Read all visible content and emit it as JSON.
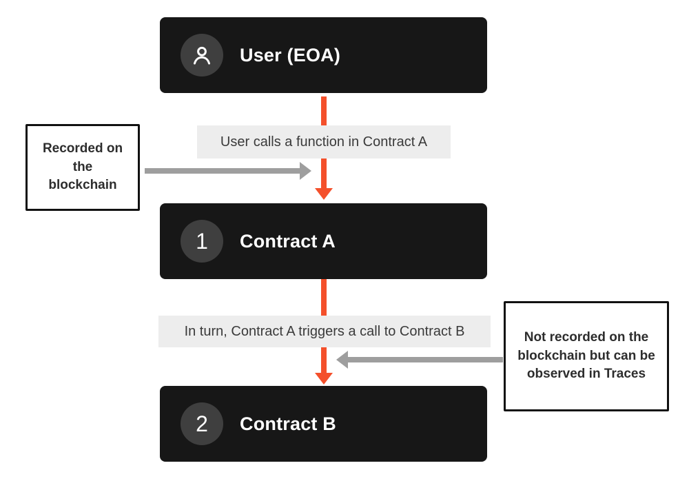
{
  "diagram": {
    "nodes": [
      {
        "id": "user-eoa",
        "badge_icon": "user-icon",
        "label": "User (EOA)"
      },
      {
        "id": "contract-a",
        "badge": "1",
        "label": "Contract A"
      },
      {
        "id": "contract-b",
        "badge": "2",
        "label": "Contract B"
      }
    ],
    "edge_labels": [
      {
        "text": "User calls a function in Contract A"
      },
      {
        "text": "In turn, Contract A triggers a call to Contract B"
      }
    ],
    "callouts": [
      {
        "text": "Recorded on the blockchain"
      },
      {
        "text": "Not recorded on the blockchain but can be observed in Traces"
      }
    ],
    "colors": {
      "node_background": "#171717",
      "badge_background": "#3f3f3f",
      "node_text": "#ffffff",
      "edge_label_background": "#ededed",
      "edge_label_text": "#3a3a3a",
      "arrow_red": "#f4502b",
      "arrow_gray": "#9e9e9e",
      "callout_border": "#111111",
      "callout_text": "#2d2d2d"
    }
  }
}
